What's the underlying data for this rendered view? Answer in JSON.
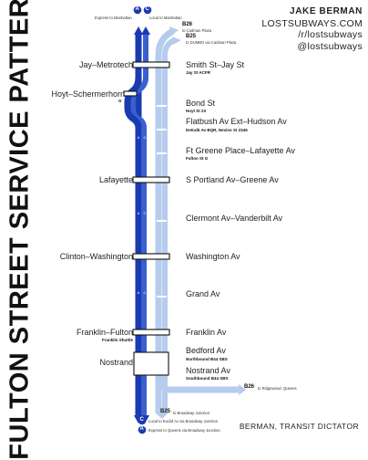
{
  "title": "FULTON STREET SERVICE PATTERN",
  "credits": {
    "name": "JAKE BERMAN",
    "site": "LOSTSUBWAYS.COM",
    "reddit": "/r/lostsubways",
    "handle": "@lostsubways"
  },
  "footer": "BERMAN, TRANSIT DICTATOR",
  "colors": {
    "express_blue": "#1a3bb0",
    "local_blue": "#9eb9e6",
    "bus_blue": "#b6cced",
    "station_fill": "#ffffff"
  },
  "top": {
    "route_a": "A",
    "route_c": "C",
    "express_note": "Express to Manhattan",
    "local_note": "Local to Manhattan",
    "b26_label": "B26",
    "b26_note": "to Cadman Plaza",
    "b25_label": "B25",
    "b25_note": "to DUMBO via Cadman Plaza"
  },
  "stations_left": {
    "jay": "Jay–Metrotech",
    "hoyt": "Hoyt–Schermerhorn",
    "hoyt_g": "G",
    "lafayette": "Lafayette",
    "clinton": "Clinton–Washington",
    "franklin": "Franklin–Fulton",
    "franklin_sub": "Franklin Shuttle",
    "nostrand": "Nostrand"
  },
  "stations_right": {
    "smith": "Smith St–Jay St",
    "smith_sub": "Jay St ACFR",
    "bond": "Bond St",
    "bond_sub": "Hoyt St 23",
    "flatbush": "Flatbush Av Ext–Hudson Av",
    "flatbush_sub": "DeKalb Av BQR, Nevins St 2345",
    "ftgreene": "Ft Greene Place–Lafayette Av",
    "ftgreene_sub": "Fulton St G",
    "portland": "S Portland Av–Greene Av",
    "clermont": "Clermont Av–Vanderbilt Av",
    "washington": "Washington Av",
    "grand": "Grand Av",
    "franklin_av": "Franklin Av",
    "bedford": "Bedford Av",
    "bedford_sub": "Northbound B44 SBS",
    "nostrand_av": "Nostrand Av",
    "nostrand_sub": "Southbound B44 SBS"
  },
  "bottom": {
    "b26_label": "B26",
    "b26_note": "to Ridgewood, Queens",
    "b25_label": "B25",
    "b25_note": "to Broadway Junction",
    "route_c": "C",
    "route_a": "A",
    "local_note": "Local to Euclid Av via Broadway Junction",
    "express_note": "Express to Queens via Broadway Junction"
  }
}
